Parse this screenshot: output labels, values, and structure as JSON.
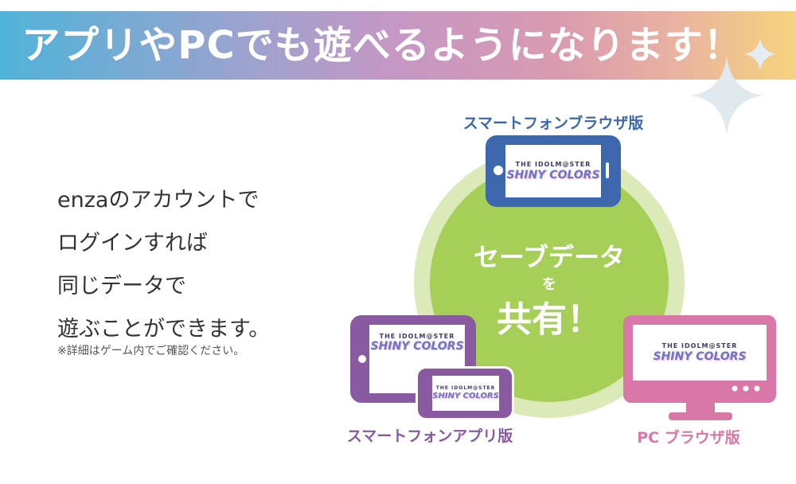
{
  "banner": {
    "title": "アプリやPCでも遊べるようになります！"
  },
  "description": {
    "lines": [
      "enzaのアカウントで",
      "ログインすれば",
      "同じデータで",
      "遊ぶことができます。"
    ],
    "note": "※詳細はゲーム内でご確認ください。"
  },
  "center": {
    "line1": "セーブデータ",
    "line2": "を",
    "line3": "共有！"
  },
  "devices": {
    "smartphone_browser": {
      "label": "スマートフォンブラウザ版",
      "color": "#3e68ad"
    },
    "smartphone_app": {
      "label": "スマートフォンアプリ版",
      "color": "#8a5aa0"
    },
    "pc_browser": {
      "label": "PC ブラウザ版",
      "color": "#d877a8"
    }
  },
  "logo": {
    "top": "THE IDOLM@STER",
    "main": "SHINY COLORS"
  }
}
